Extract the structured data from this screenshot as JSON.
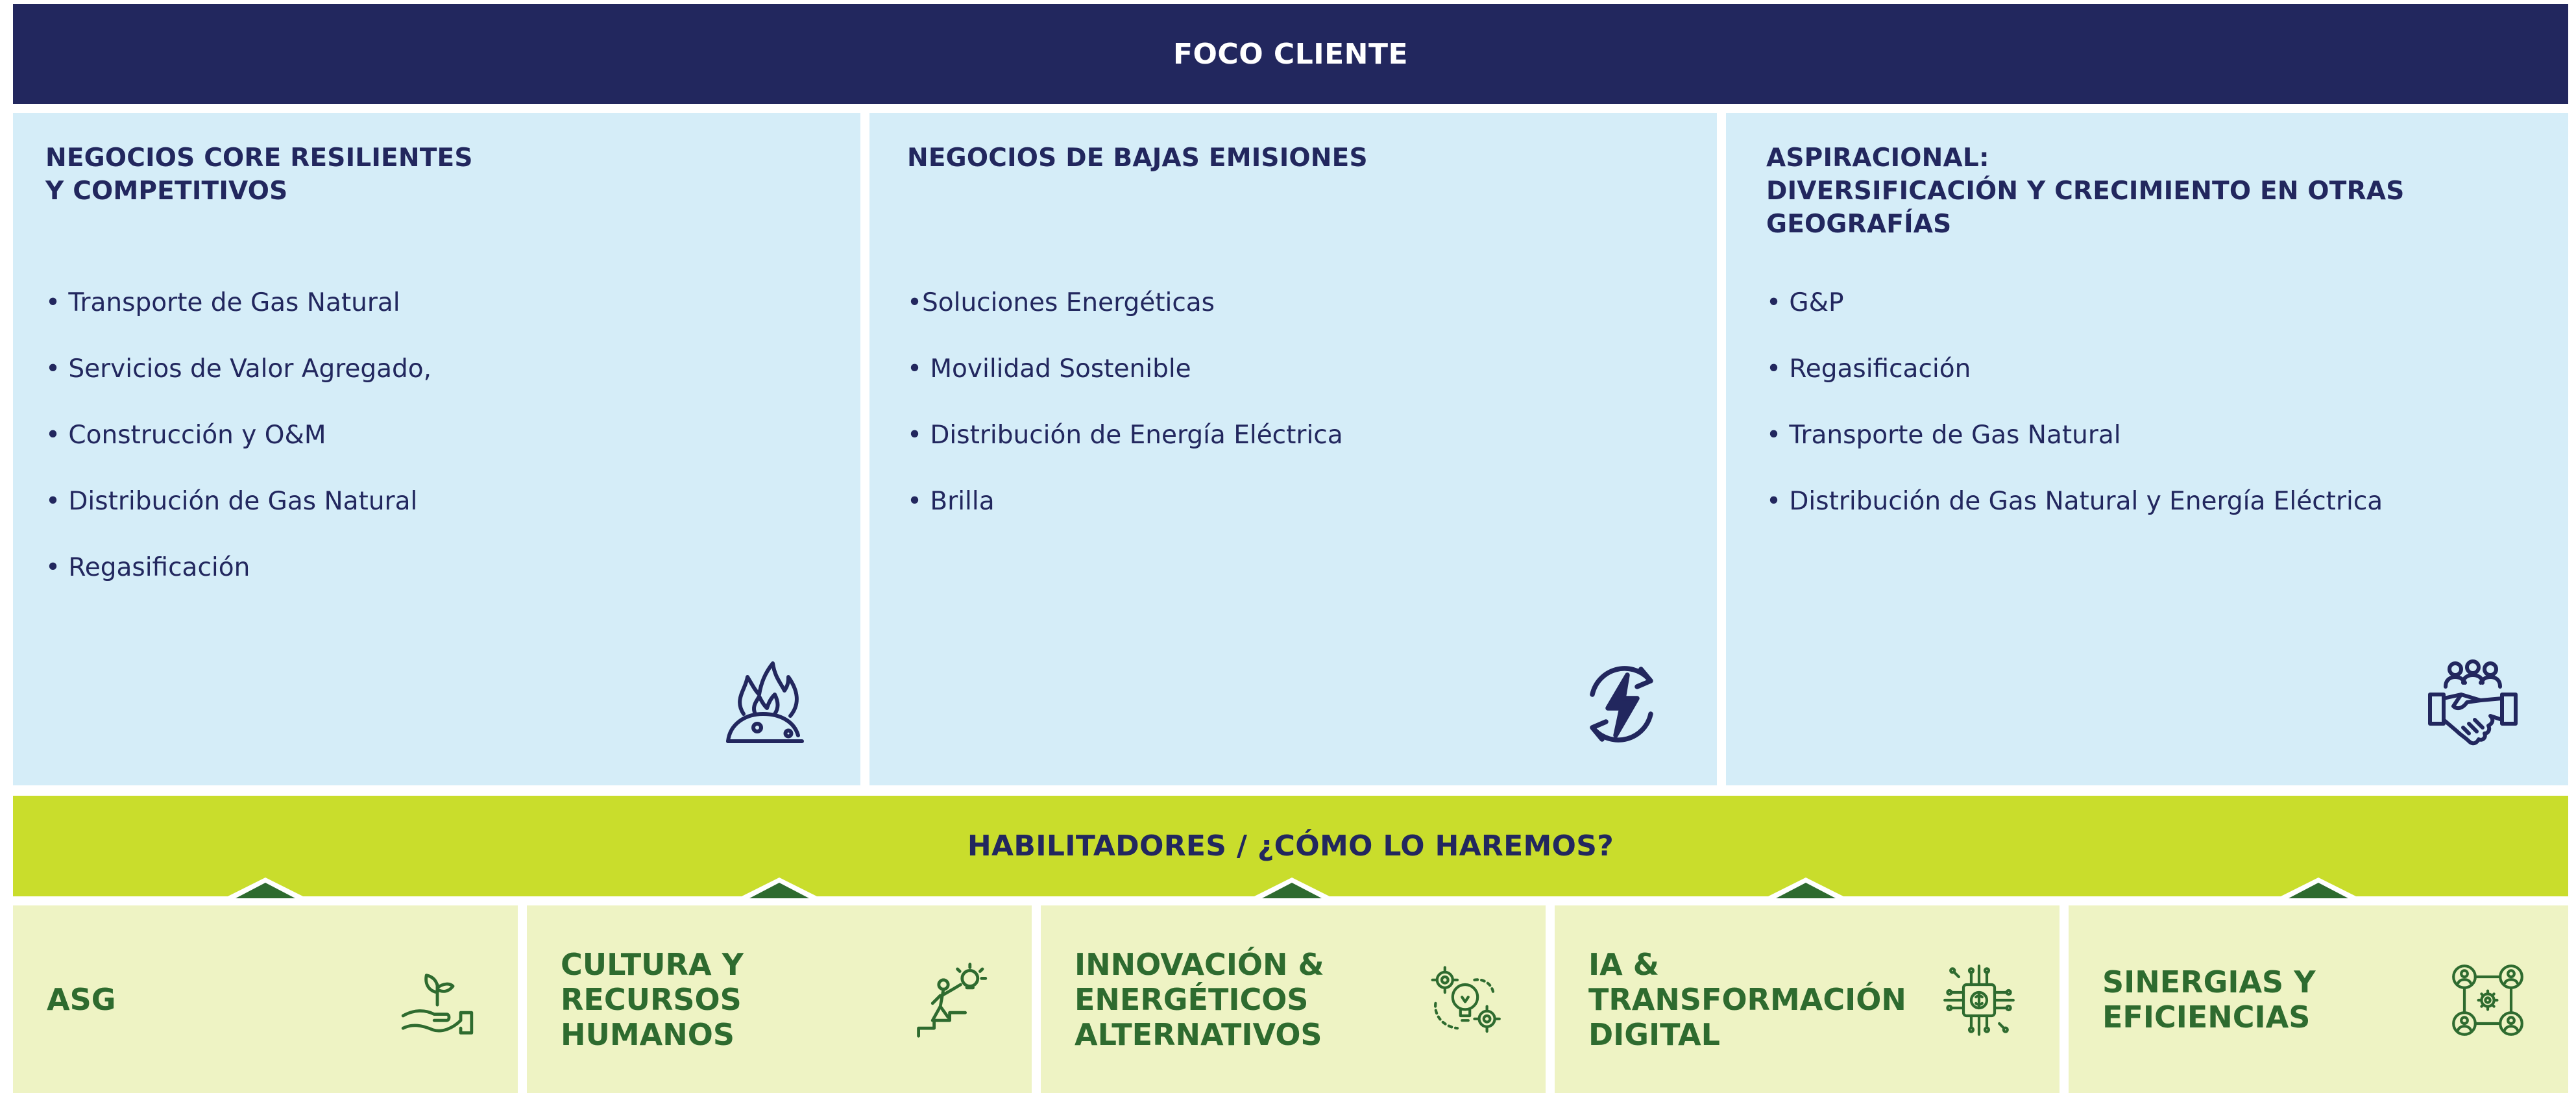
{
  "header": {
    "title": "FOCO CLIENTE"
  },
  "columns": [
    {
      "title": "NEGOCIOS CORE RESILIENTES\nY COMPETITIVOS",
      "items": [
        "• Transporte de Gas Natural",
        "• Servicios de Valor Agregado,",
        "• Construcción y O&M",
        "• Distribución de Gas Natural",
        "• Regasificación"
      ],
      "icon": "gas-flame-icon"
    },
    {
      "title": "NEGOCIOS DE BAJAS EMISIONES",
      "items": [
        "•Soluciones Energéticas",
        "• Movilidad Sostenible",
        "• Distribución de Energía Eléctrica",
        "• Brilla"
      ],
      "icon": "renewable-energy-icon"
    },
    {
      "title": "ASPIRACIONAL:\nDIVERSIFICACIÓN Y CRECIMIENTO EN OTRAS GEOGRAFÍAS",
      "items": [
        "• G&P",
        "• Regasificación",
        "• Transporte de Gas Natural",
        "• Distribución de Gas Natural y Energía Eléctrica"
      ],
      "icon": "handshake-icon"
    }
  ],
  "habilitadores": {
    "title": "HABILITADORES / ¿CÓMO LO HAREMOS?",
    "cards": [
      {
        "label": "ASG",
        "icon": "plant-in-hand-icon"
      },
      {
        "label": "CULTURA Y RECURSOS\nHUMANOS",
        "icon": "person-climbing-stairs-icon"
      },
      {
        "label": "INNOVACIÓN &\nENERGÉTICOS\nALTERNATIVOS",
        "icon": "lightbulb-gears-icon"
      },
      {
        "label": "IA &\nTRANSFORMACIÓN\nDIGITAL",
        "icon": "ai-chip-icon"
      },
      {
        "label": "SINERGIAS Y\nEFICIENCIAS",
        "icon": "people-network-icon"
      }
    ]
  },
  "colors": {
    "header_bg": "#22275e",
    "column_bg": "#d5edf8",
    "band_bg": "#c9dd2c",
    "card_bg": "#eef3c4",
    "card_text": "#2e6b2f"
  }
}
